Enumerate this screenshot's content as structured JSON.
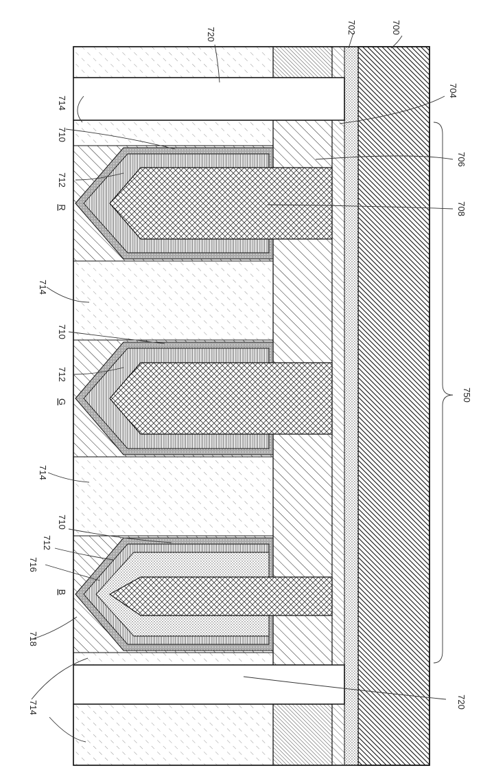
{
  "labels": {
    "l700": "700",
    "l702": "702",
    "l704": "704",
    "l706": "706",
    "l708": "708",
    "l710a": "710",
    "l710b": "710",
    "l710c": "710",
    "l712a": "712",
    "l712b": "712",
    "l712c": "712",
    "l714a": "714",
    "l714b": "714",
    "l714c": "714",
    "l714d": "714",
    "l716": "716",
    "l718": "718",
    "l720a": "720",
    "l720b": "720",
    "l750": "750",
    "pixR": "R",
    "pixG": "G",
    "pixB": "B"
  },
  "colors": {
    "stroke": "#111111",
    "background": "#ffffff"
  }
}
